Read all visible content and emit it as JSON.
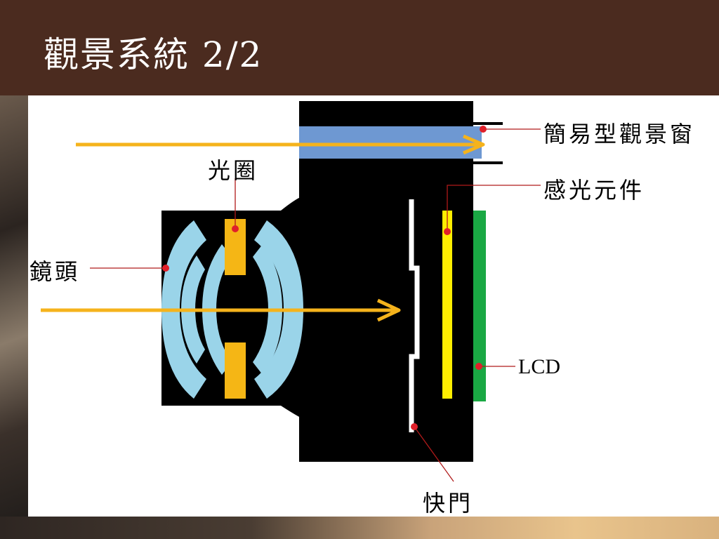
{
  "slide": {
    "title": "觀景系統 2/2"
  },
  "labels": {
    "viewfinder": "簡易型觀景窗",
    "sensor": "感光元件",
    "aperture": "光圈",
    "lens": "鏡頭",
    "lcd": "LCD",
    "shutter": "快門"
  },
  "colors": {
    "header": "#4b2b1f",
    "body_black": "#000000",
    "lens_blue": "#9ad4e9",
    "aperture_orange": "#f5b615",
    "arrow_orange": "#f5b31c",
    "viewfinder_blue": "#6e98d2",
    "sensor_yellow": "#ffee00",
    "lcd_green": "#1aa844",
    "marker_red": "#e0202a"
  }
}
